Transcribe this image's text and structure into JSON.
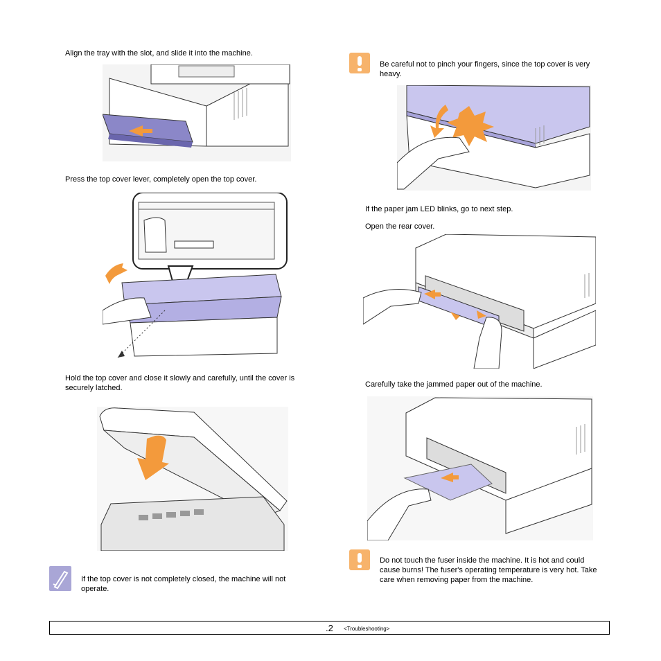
{
  "left": {
    "step1": "Align the tray with the slot, and slide it into the machine.",
    "step2": "Press the top cover lever, completely open the top cover.",
    "step3": "Hold the top cover and close it slowly and carefully, until the cover is securely latched.",
    "note": "If the top cover is not completely closed, the machine will not operate."
  },
  "right": {
    "caution1": "Be careful not to pinch your fingers, since the top cover is very heavy.",
    "step4": "If the paper jam LED blinks, go to next step.",
    "step5": "Open the rear cover.",
    "step6": "Carefully take the jammed paper out of the machine.",
    "caution2": "Do not touch the fuser inside the machine. It is hot and could cause burns! The fuser's operating temperature is very hot. Take care when removing paper from the machine."
  },
  "icons": {
    "caution": "caution-icon",
    "note": "note-icon",
    "arrow": "orange-arrow-icon"
  },
  "colors": {
    "cover": "#c9c6ee",
    "accent": "#f39a3c",
    "caution": "#f7b36b",
    "note": "#a9a6d6"
  },
  "footer": {
    "page": ".2",
    "section": "<Troubleshooting>"
  }
}
